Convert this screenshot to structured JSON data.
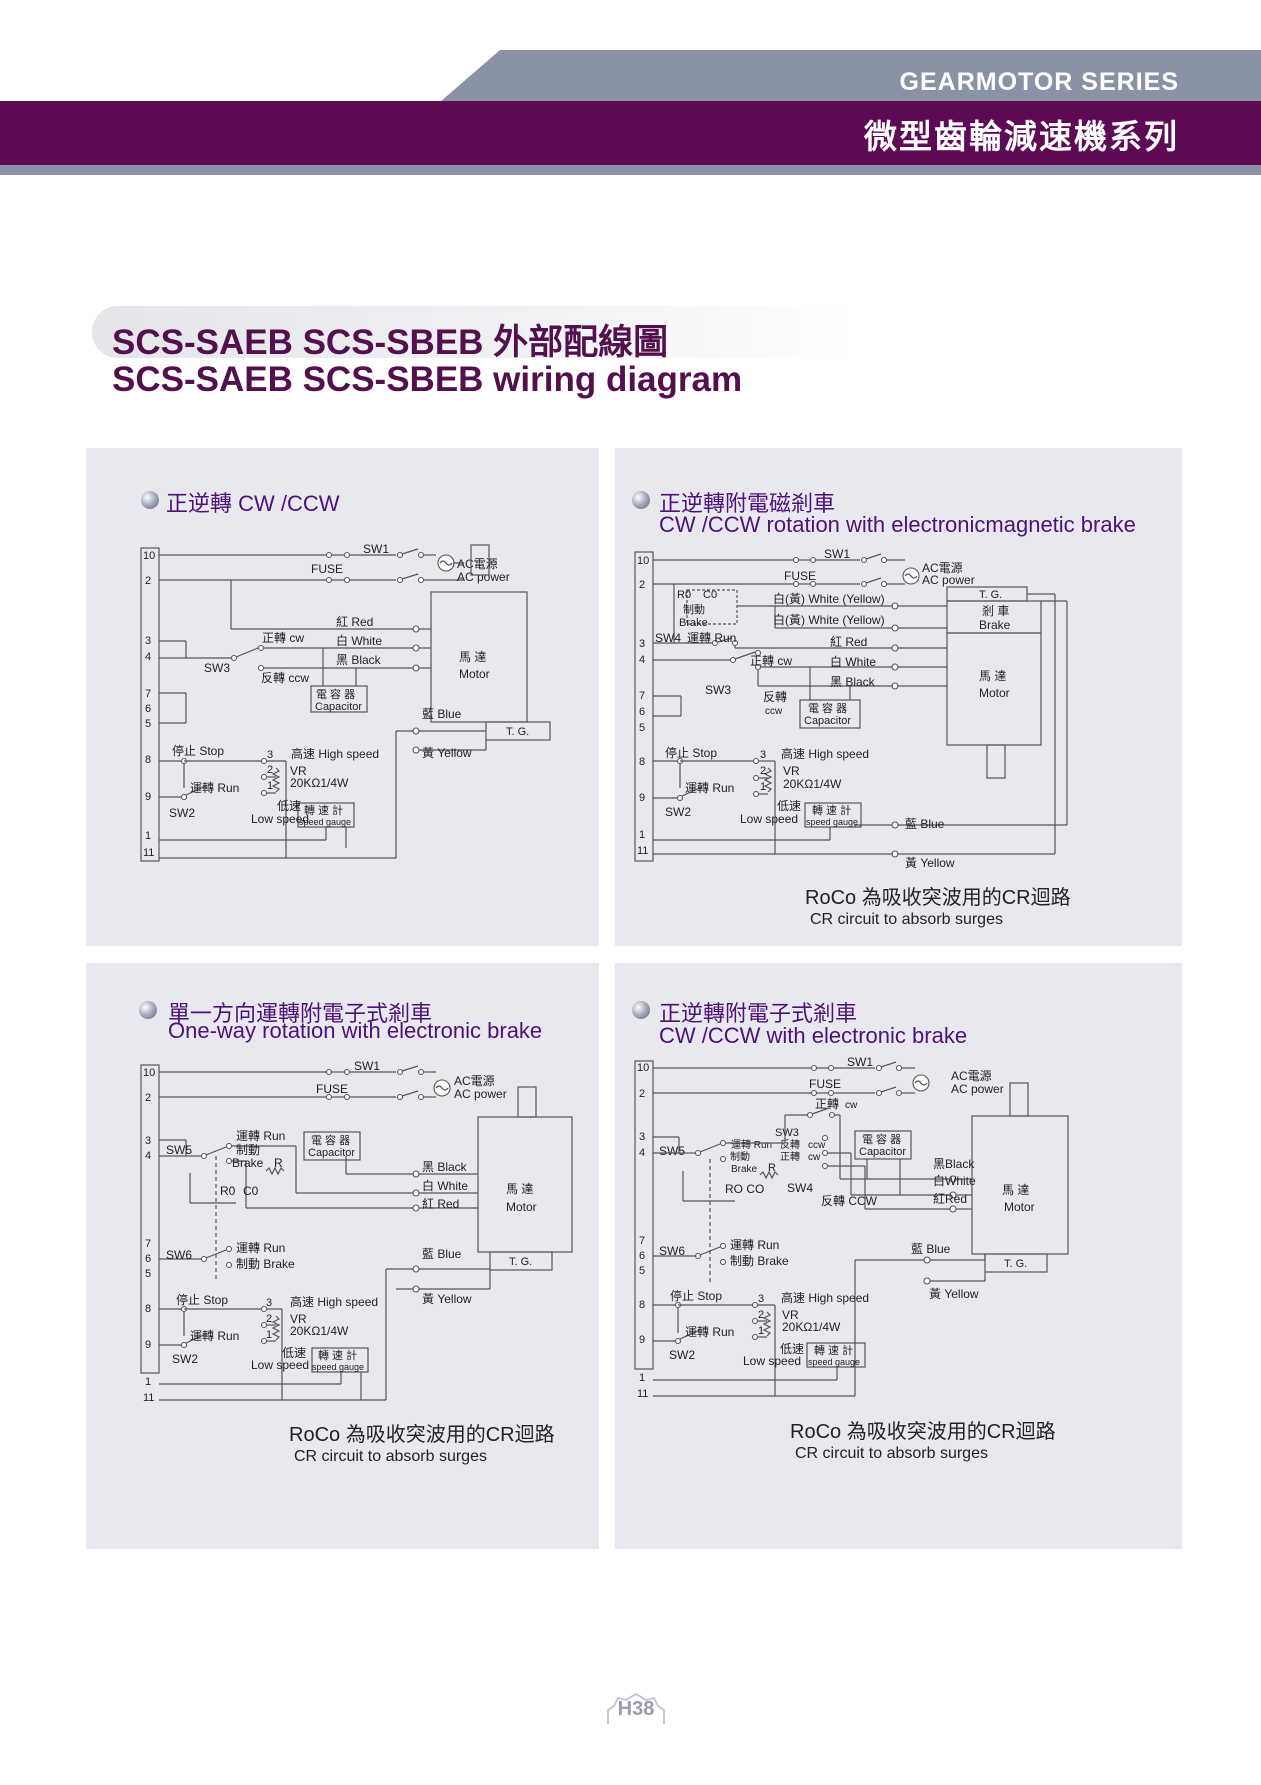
{
  "header": {
    "series_en": "GEARMOTOR SERIES",
    "series_zh": "微型齒輪減速機系列"
  },
  "page_title": {
    "zh": "SCS-SAEB SCS-SBEB 外部配線圖",
    "en": "SCS-SAEB SCS-SBEB wiring diagram"
  },
  "colors": {
    "header_purple": "#5e0a55",
    "header_grey": "#8a93a6",
    "title": "#54104e",
    "panel_title": "#4e1178",
    "panel_bg": "#e8e9ee"
  },
  "labels": {
    "sw1": "SW1",
    "sw2": "SW2",
    "sw3": "SW3",
    "sw4": "SW4",
    "sw5": "SW5",
    "sw6": "SW6",
    "fuse": "FUSE",
    "ac_zh": "AC電源",
    "ac_en": "AC power",
    "motor_zh": "馬 達",
    "motor_en": "Motor",
    "tg": "T. G.",
    "red": "紅 Red",
    "white": "白 White",
    "black": "黑 Black",
    "blue": "藍 Blue",
    "yellow": "黃 Yellow",
    "red_tight": "紅Red",
    "white_tight": "白White",
    "black_tight": "黑Black",
    "black_spaced": "黑 Black",
    "fwd_cw": "正轉 cw",
    "rev_ccw": "反轉 ccw",
    "rev_ccw_big": "反轉 CCW",
    "fwd_zh": "正轉",
    "cw": "cw",
    "rev_zh": "反轉",
    "ccw": "ccw",
    "cap_zh": "電 容 器",
    "cap_en": "Capacitor",
    "stop": "停止 Stop",
    "run": "運轉 Run",
    "high": "高速 High speed",
    "n1": "1",
    "n2": "2",
    "n3": "3",
    "vr": "VR",
    "vr_val": "20KΩ1/4W",
    "low_zh": "低速",
    "low_en": "Low speed",
    "gauge_zh": "轉 速 計",
    "gauge_en": "speed gauge",
    "brake_zh": "制動",
    "brake_en": "Brake",
    "brake_motor": "剎 車",
    "brake_run": "制動 Brake",
    "ro": "R0",
    "co": "C0",
    "roco": "RO CO",
    "r": "R",
    "white_yellow": "白(黃) White (Yellow)"
  },
  "terminals": {
    "p1": [
      "10",
      "2",
      "3",
      "4",
      "7",
      "6",
      "5",
      "8",
      "9",
      "1",
      "11"
    ],
    "p2": [
      "10",
      "2",
      "3",
      "4",
      "7",
      "6",
      "5",
      "8",
      "9",
      "1",
      "11"
    ],
    "p3": [
      "10",
      "2",
      "3",
      "4",
      "7",
      "6",
      "5",
      "8",
      "9",
      "1",
      "11"
    ],
    "p4": [
      "10",
      "2",
      "3",
      "4",
      "7",
      "6",
      "5",
      "8",
      "9",
      "1",
      "11"
    ]
  },
  "panels": [
    {
      "title_zh": "正逆轉 CW /CCW"
    },
    {
      "title_zh": "正逆轉附電磁剎車",
      "title_en": "CW /CCW rotation with electronicmagnetic brake",
      "note_zh": "RoCo 為吸收突波用的CR迴路",
      "note_en": "CR circuit to absorb surges"
    },
    {
      "title_zh": "單一方向運轉附電子式剎車",
      "title_en": "One-way rotation with electronic brake",
      "note_zh": "RoCo 為吸收突波用的CR迴路",
      "note_en": "CR circuit to absorb surges"
    },
    {
      "title_zh": "正逆轉附電子式剎車",
      "title_en": "CW /CCW with electronic brake",
      "note_zh": "RoCo 為吸收突波用的CR迴路",
      "note_en": "CR circuit to absorb surges"
    }
  ],
  "footer": {
    "page_number": "H38"
  }
}
